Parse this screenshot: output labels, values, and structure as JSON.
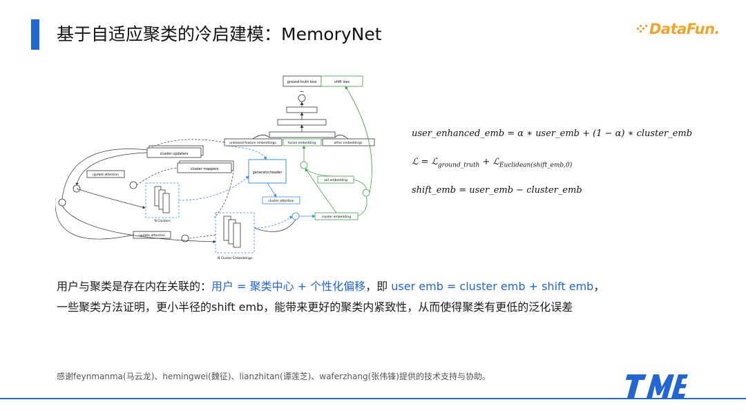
{
  "header": {
    "title": "基于自适应聚类的冷启建模：MemoryNet",
    "logo_text": "DataFun.",
    "accent_color": "#2266d6",
    "logo_color": "#f2a42a"
  },
  "diagram": {
    "labels": {
      "ground_truth_loss": "ground truth loss",
      "shift_loss": "shift loss",
      "tilde": "~",
      "unbiased_feature_embeddings": "unbiased-feature embeddings",
      "fusion_embedding": "fusion embedding",
      "other_embeddings": "other embeddings",
      "cluster_updaters": "cluster updaters",
      "cluster_mappers": "cluster mappers",
      "generator_reader": "generator/reader",
      "update_attention_top": "update attention",
      "uid_embedding": "uid embedding",
      "cluster_attention": "cluster attention",
      "cluster_embedding": "cluster embedding",
      "n_clusters": "N Clusters",
      "update_attention_bottom": "update attention",
      "n_cluster_embeddings": "N Cluster Embeddings"
    },
    "colors": {
      "blue": "#3b8ee6",
      "green": "#3fa33f",
      "dark": "#333333"
    }
  },
  "formulas": {
    "f1": "user_enhanced_emb = α ∗ user_emb + (1 − α) ∗ cluster_emb",
    "f2_main": "ℒ = ℒ",
    "f2_sub1": "ground_truth",
    "f2_mid": " + ℒ",
    "f2_sub2": "Euclidean(shift_emb,0)",
    "f3": "shift_emb = user_emb − cluster_emb"
  },
  "body": {
    "line1_a": "用户与聚类是存在内在关联的：",
    "line1_b": "用户 = 聚类中心 + 个性化偏移",
    "line1_c": "，即 ",
    "line1_d": "user emb = cluster emb + shift emb",
    "line1_e": "，",
    "line2": "一些聚类方法证明，更小半径的shift emb，能带来更好的聚类内紧致性，从而使得聚类有更低的泛化误差"
  },
  "footer": {
    "thanks": "感谢feynmanma(马云龙)、hemingwei(魏征)、lianzhitan(谭莲芝)、waferzhang(张伟锋)提供的技术支持与协助。",
    "tme_logo_text": "TME"
  }
}
